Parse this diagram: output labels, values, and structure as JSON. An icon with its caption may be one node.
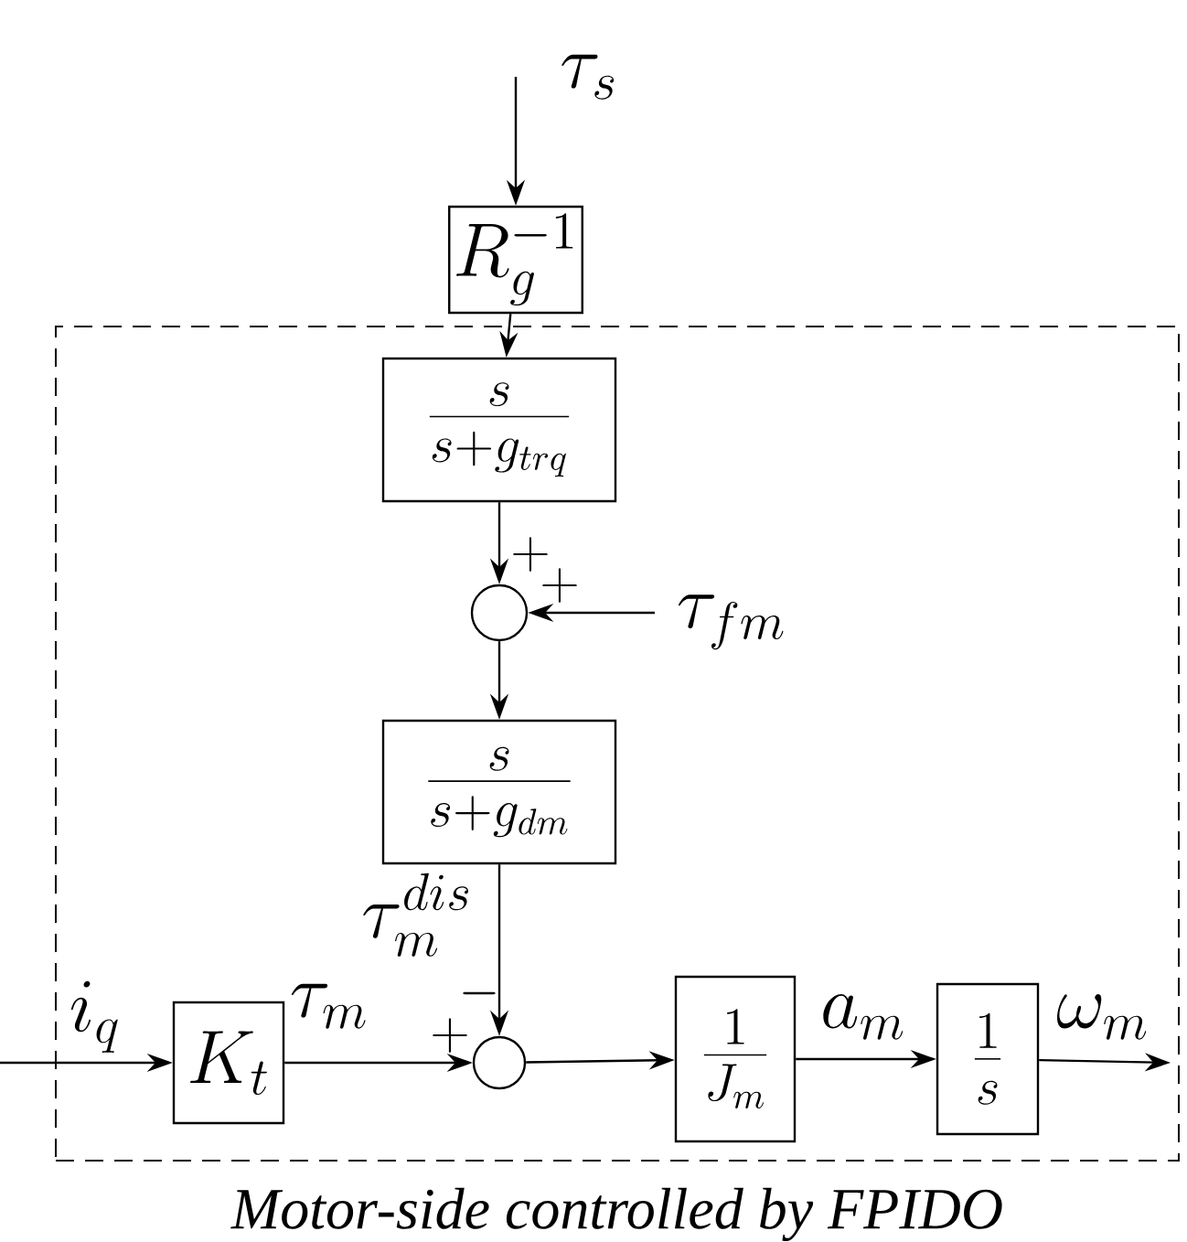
{
  "diagram": {
    "nodes": [
      {
        "text": [
          "Motor-side controlled by FPIDO"
        ]
      },
      {
        "text": [
          "R_g^{-1}"
        ]
      },
      {
        "text": [
          "\\frac{s}{s+g_{trq}}"
        ],
        "in": 0
      },
      {
        "text": [],
        "shape": "circle",
        "in": 0,
        "beside": [
          "+",
          "+"
        ]
      },
      {
        "text": [
          "\\frac{s}{s+g_{dm}}"
        ],
        "in": 0
      },
      {
        "text": [
          "K_t"
        ],
        "in": 0
      },
      {
        "text": [],
        "shape": "circle",
        "in": 0,
        "beside": [
          "-",
          "+"
        ]
      },
      {
        "text": [
          "\\frac{1}{J_m}"
        ],
        "in": 0
      },
      {
        "text": [
          "\\frac{1}{s}"
        ],
        "in": 0
      }
    ],
    "edges": [
      {
        "from": null,
        "to": 1,
        "arrow": "to",
        "label": "\\tau_s"
      },
      {
        "from": 1,
        "to": 2,
        "arrow": "to"
      },
      {
        "from": 2,
        "to": 3,
        "arrow": "to"
      },
      {
        "from": null,
        "to": 3,
        "arrow": "to",
        "label": "\\tau_{fm}"
      },
      {
        "from": 3,
        "to": 4,
        "arrow": "to"
      },
      {
        "from": 4,
        "to": 6,
        "arrow": "to",
        "label": "\\tau_m^{dis}"
      },
      {
        "from": null,
        "to": 5,
        "arrow": "to",
        "label": "i_q"
      },
      {
        "from": 5,
        "to": 6,
        "arrow": "to",
        "label": "\\tau_m"
      },
      {
        "from": 6,
        "to": 7,
        "arrow": "to"
      },
      {
        "from": 7,
        "to": 8,
        "arrow": "to",
        "label": "a_m"
      },
      {
        "from": 8,
        "to": null,
        "arrow": "to",
        "label": "\\omega_m"
      }
    ]
  }
}
